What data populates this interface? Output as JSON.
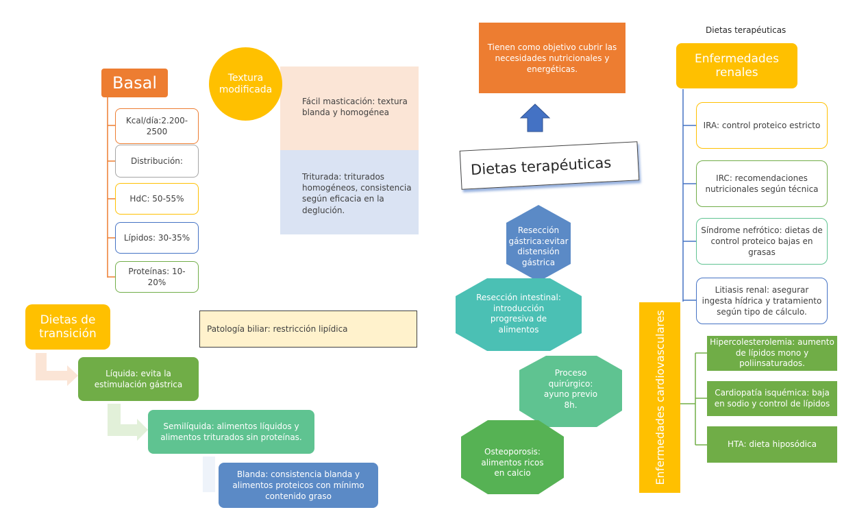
{
  "basal": {
    "title": "Basal",
    "items": [
      "Kcal/día:2.200-2500",
      "Distribución:",
      "HdC: 50-55%",
      "Lípidos: 30-35%",
      "Proteínas: 10-20%"
    ]
  },
  "textura": {
    "title": "Textura modificada",
    "facil": "Fácil masticación: textura blanda y homogénea",
    "triturada": "Triturada: triturados homogéneos, consistencia según eficacia en la deglución."
  },
  "transicion": {
    "title": "Dietas de transición",
    "liquida": "Líquida: evita la estimulación gástrica",
    "semiliquida": "Semilíquida: alimentos líquidos y alimentos triturados sin proteínas.",
    "blanda": "Blanda: consistencia blanda y alimentos proteicos con mínimo contenido graso"
  },
  "biliar": "Patología biliar: restricción lipídica",
  "center": {
    "objective": "Tienen como objetivo cubrir las necesidades nutricionales y energéticas.",
    "title": "Dietas terapéuticas"
  },
  "hexagons": [
    "Resección gástrica:evitar distensión gástrica",
    "Resección intestinal: introducción progresiva de alimentos",
    "Proceso quirúrgico: ayuno previo 8h.",
    "Osteoporosis: alimentos ricos en calcio"
  ],
  "top_right_label": "Dietas terapéuticas",
  "renales": {
    "title": "Enfermedades renales",
    "items": [
      "IRA: control proteico estricto",
      "IRC: recomendaciones nutricionales según técnica",
      "Síndrome nefrótico: dietas de control proteico bajas en grasas",
      "Litiasis renal: asegurar ingesta hídrica y tratamiento según tipo de cálculo."
    ]
  },
  "cardio": {
    "title": "Enfermedades cardiovasculares",
    "items": [
      "Hipercolesterolemia: aumento de lípidos mono y poliinsaturados.",
      "Cardiopatía isquémica: baja en sodio y control de lípidos",
      "HTA: dieta hiposódica"
    ]
  },
  "colors": {
    "orange": "#ed7d31",
    "gold": "#ffc000",
    "blue": "#4472c4",
    "green": "#70ad47",
    "gray": "#a5a5a5",
    "teal": "#4bc0b4",
    "mint": "#5fc391",
    "hexblue": "#5b8ac6",
    "hexgreen": "#56b254"
  }
}
